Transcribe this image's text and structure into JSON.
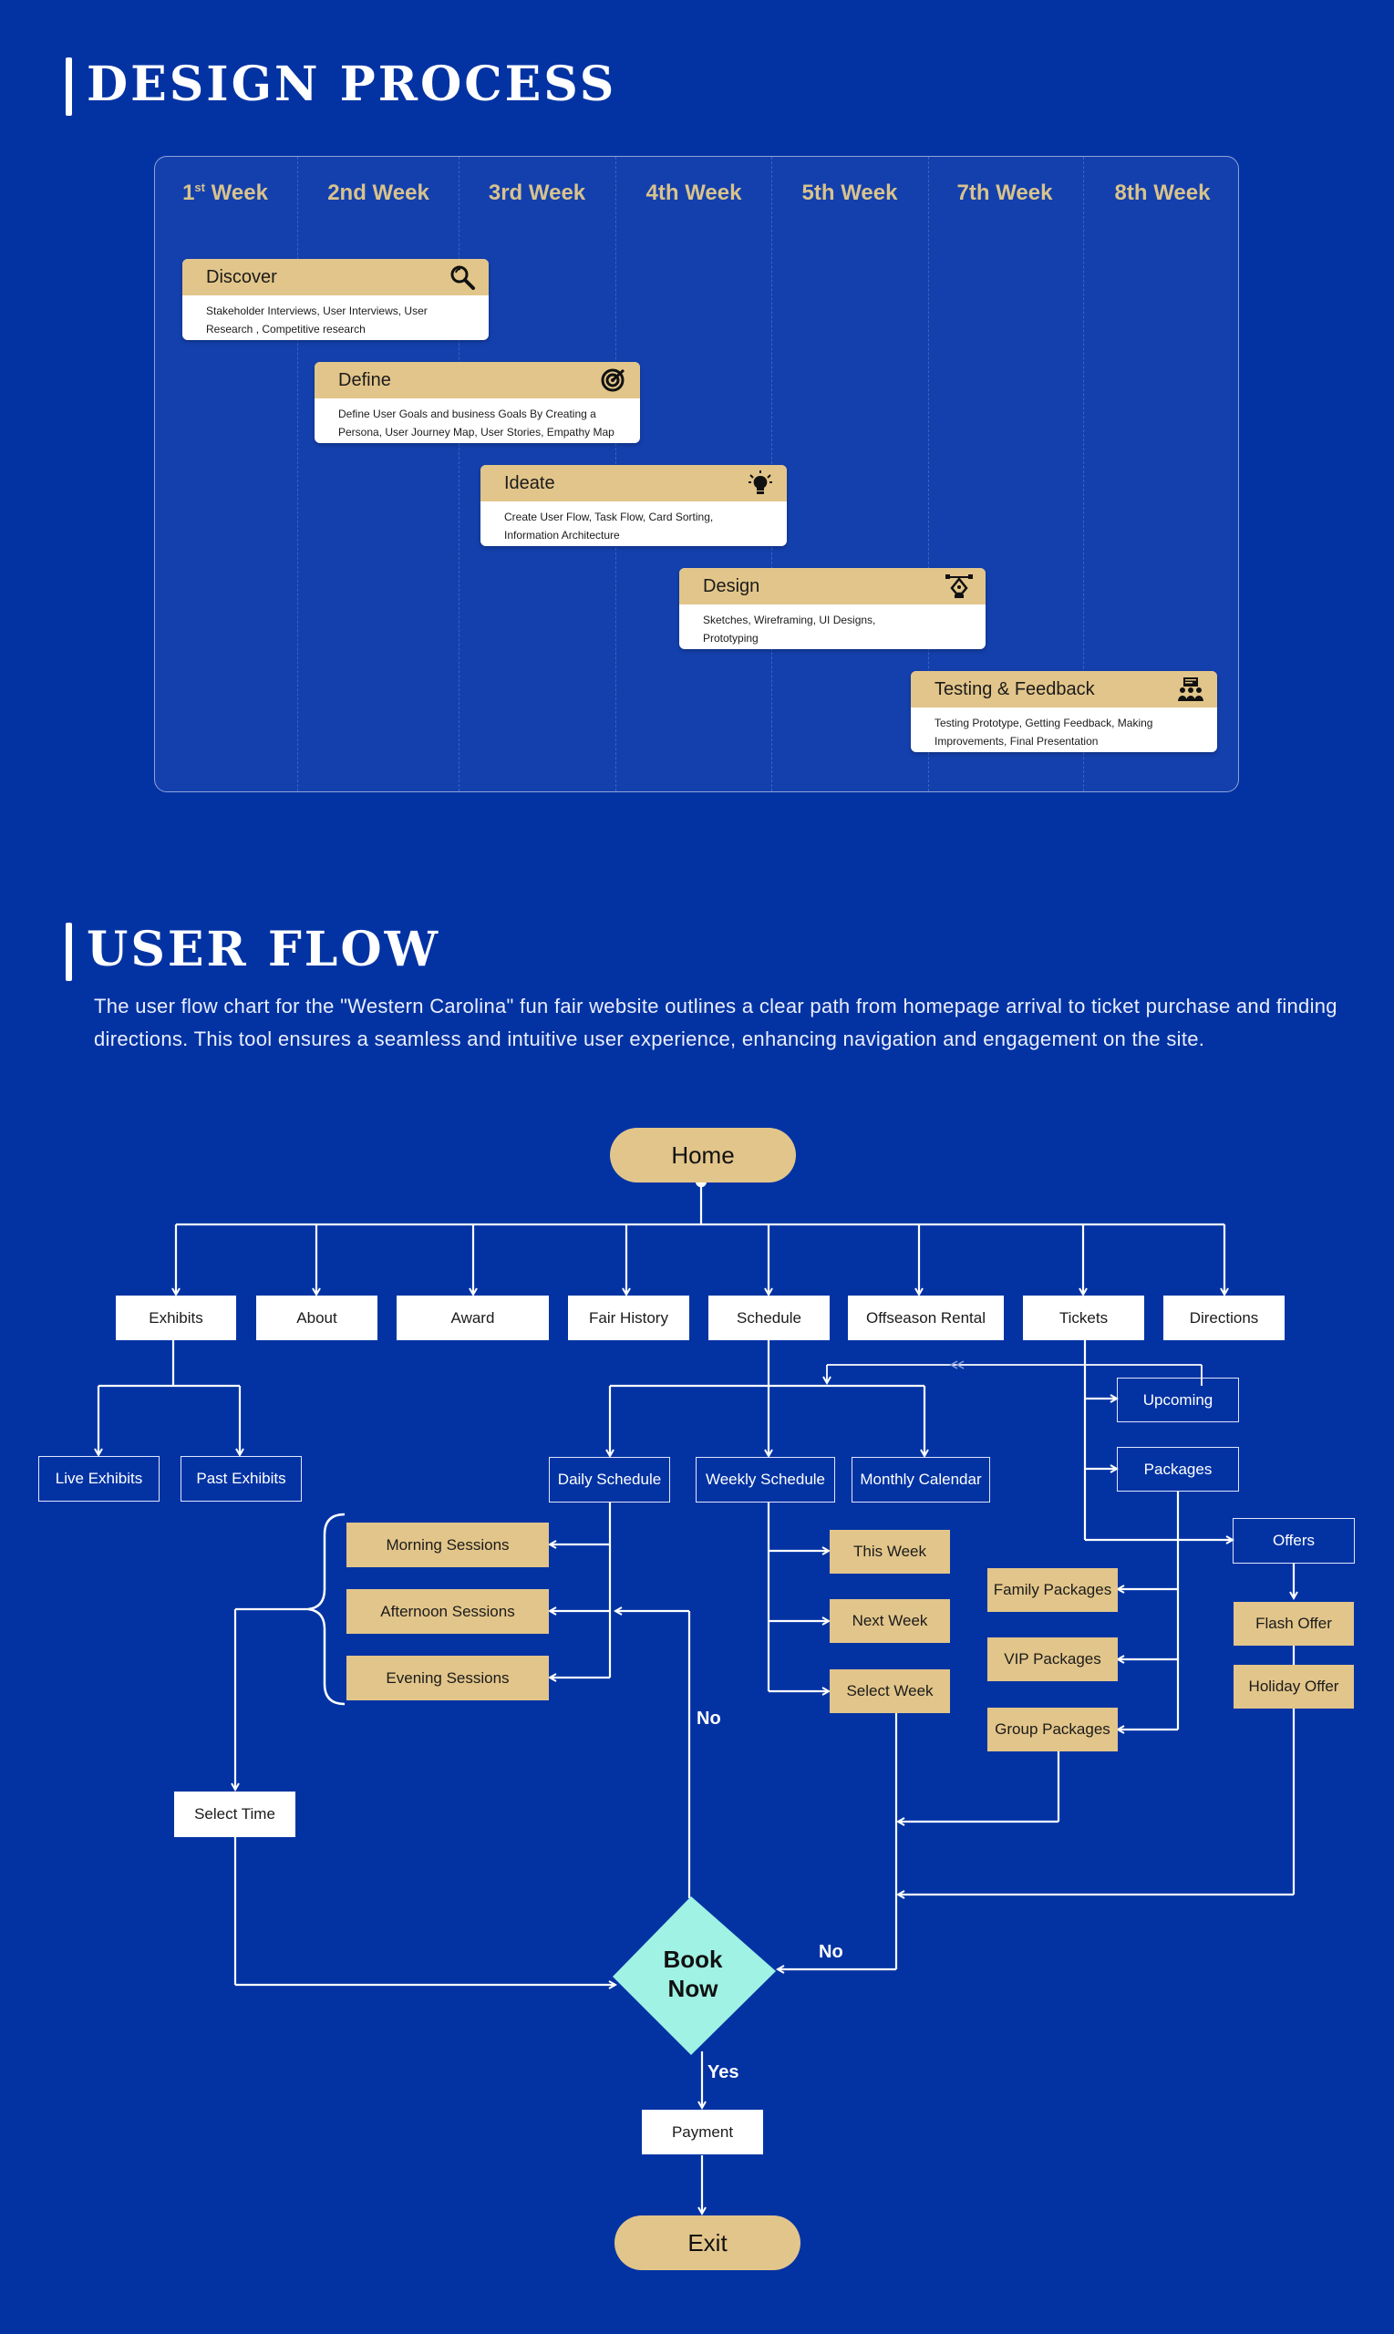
{
  "design_process": {
    "title": "DESIGN PROCESS",
    "weeks": [
      {
        "main": "1",
        "sup": "st",
        "rest": " Week"
      },
      {
        "main": "2nd Week",
        "sup": "",
        "rest": ""
      },
      {
        "main": "3rd Week",
        "sup": "",
        "rest": ""
      },
      {
        "main": "4th Week",
        "sup": "",
        "rest": ""
      },
      {
        "main": "5th Week",
        "sup": "",
        "rest": ""
      },
      {
        "main": "7th Week",
        "sup": "",
        "rest": ""
      },
      {
        "main": "8th Week",
        "sup": "",
        "rest": ""
      }
    ],
    "phases": [
      {
        "title": "Discover",
        "icon": "magnifier-icon",
        "desc": "Stakeholder Interviews, User Interviews, User Research , Competitive research"
      },
      {
        "title": "Define",
        "icon": "target-icon",
        "desc": "Define User Goals and business Goals By Creating a Persona, User Journey Map, User Stories, Empathy Map"
      },
      {
        "title": "Ideate",
        "icon": "lightbulb-icon",
        "desc": "Create User Flow, Task Flow, Card Sorting, Information Architecture"
      },
      {
        "title": "Design",
        "icon": "pen-tool-icon",
        "desc": "Sketches, Wireframing, UI Designs, Prototyping"
      },
      {
        "title": "Testing & Feedback",
        "icon": "users-board-icon",
        "desc": "Testing Prototype, Getting Feedback, Making Improvements, Final Presentation"
      }
    ]
  },
  "user_flow": {
    "title": "USER FLOW",
    "intro": "The user flow chart for the \"Western Carolina\" fun fair website outlines a clear path from homepage arrival to ticket purchase and finding directions. This tool ensures a seamless and intuitive user experience, enhancing navigation and engagement on the site.",
    "nodes": {
      "home": "Home",
      "exhibits": "Exhibits",
      "about": "About",
      "award": "Award",
      "fair_history": "Fair History",
      "schedule": "Schedule",
      "offseason_rental": "Offseason Rental",
      "tickets": "Tickets",
      "directions": "Directions",
      "live_exhibits": "Live Exhibits",
      "past_exhibits": "Past Exhibits",
      "daily_schedule": "Daily Schedule",
      "weekly_schedule": "Weekly Schedule",
      "monthly_calendar": "Monthly Calendar",
      "upcoming": "Upcoming",
      "packages": "Packages",
      "offers": "Offers",
      "morning_sessions": "Morning Sessions",
      "afternoon_sessions": "Afternoon Sessions",
      "evening_sessions": "Evening Sessions",
      "this_week": "This Week",
      "next_week": "Next Week",
      "select_week": "Select Week",
      "family_packages": "Family Packages",
      "vip_packages": "VIP Packages",
      "group_packages": "Group Packages",
      "flash_offer": "Flash Offer",
      "holiday_offer": "Holiday Offer",
      "select_time": "Select Time",
      "book_now_line1": "Book",
      "book_now_line2": "Now",
      "payment": "Payment",
      "exit": "Exit"
    },
    "labels": {
      "no_left": "No",
      "no_right": "No",
      "yes": "Yes"
    }
  }
}
